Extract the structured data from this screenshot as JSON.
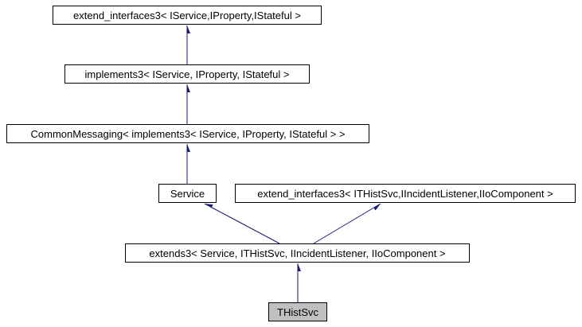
{
  "diagram": {
    "type": "class-inheritance-graph",
    "nodes": [
      {
        "id": "extend_interfaces3_service",
        "label": "extend_interfaces3< IService,IProperty,IStateful >",
        "highlighted": false
      },
      {
        "id": "implements3",
        "label": "implements3< IService, IProperty, IStateful >",
        "highlighted": false
      },
      {
        "id": "common_messaging",
        "label": "CommonMessaging< implements3< IService, IProperty, IStateful > >",
        "highlighted": false
      },
      {
        "id": "service",
        "label": "Service",
        "highlighted": false
      },
      {
        "id": "extend_interfaces3_ithistsvc",
        "label": "extend_interfaces3< ITHistSvc,IIncidentListener,IIoComponent >",
        "highlighted": false
      },
      {
        "id": "extends3",
        "label": "extends3< Service, ITHistSvc, IIncidentListener, IIoComponent >",
        "highlighted": false
      },
      {
        "id": "thistsvc",
        "label": "THistSvc",
        "highlighted": true
      }
    ],
    "edges": [
      {
        "from": "implements3",
        "to": "extend_interfaces3_service",
        "type": "inheritance"
      },
      {
        "from": "common_messaging",
        "to": "implements3",
        "type": "inheritance"
      },
      {
        "from": "service",
        "to": "common_messaging",
        "type": "inheritance"
      },
      {
        "from": "extends3",
        "to": "service",
        "type": "inheritance"
      },
      {
        "from": "extends3",
        "to": "extend_interfaces3_ithistsvc",
        "type": "inheritance"
      },
      {
        "from": "thistsvc",
        "to": "extends3",
        "type": "inheritance"
      }
    ],
    "colors": {
      "arrow": "#191970",
      "node_border": "#000000",
      "node_fill": "#ffffff",
      "highlight_fill": "#c0c0c0"
    }
  }
}
